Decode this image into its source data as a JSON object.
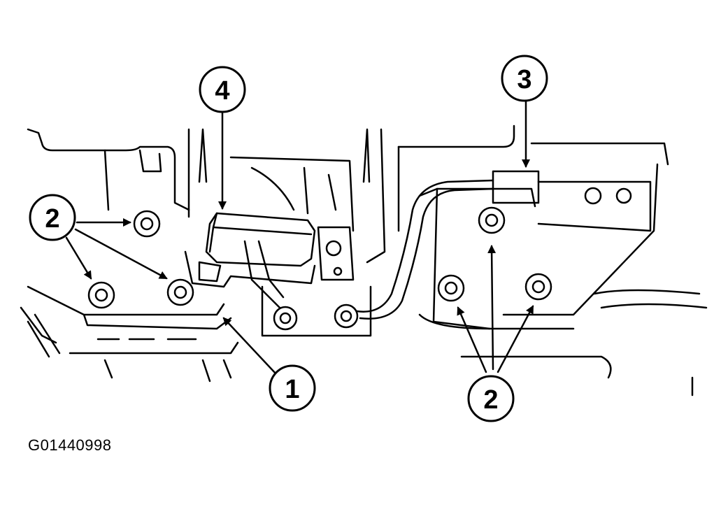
{
  "figure": {
    "id": "G01440998"
  },
  "callouts": [
    {
      "label": "1",
      "role": "mounting-bracket"
    },
    {
      "label": "2",
      "role": "bolts-left-group"
    },
    {
      "label": "2",
      "role": "bolts-right-group"
    },
    {
      "label": "3",
      "role": "electrical-connector"
    },
    {
      "label": "4",
      "role": "module"
    }
  ],
  "colors": {
    "ink": "#000000",
    "paper": "#ffffff"
  }
}
